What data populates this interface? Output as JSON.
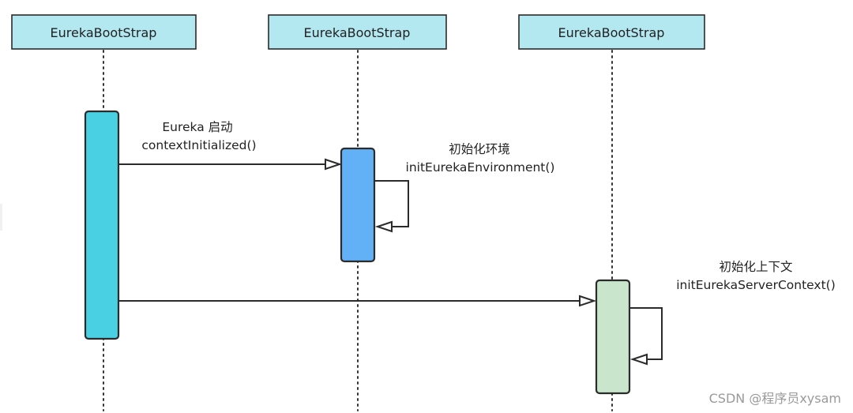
{
  "participants": [
    {
      "title": "EurekaBootStrap"
    },
    {
      "title": "EurekaBootStrap"
    },
    {
      "title": "EurekaBootStrap"
    }
  ],
  "colors": {
    "header_fill": "#b3e8f1",
    "activation_1": "#4ad0e3",
    "activation_2": "#62b1f6",
    "activation_3": "#c9e6cc",
    "stroke": "#2b2b2b"
  },
  "messages": [
    {
      "label_cn": "Eureka 启动",
      "label_method": "contextInitialized()"
    },
    {
      "label_cn": "初始化环境",
      "label_method": "initEurekaEnvironment()"
    },
    {
      "label_cn": "初始化上下文",
      "label_method": "initEurekaServerContext()"
    }
  ],
  "watermark": "CSDN @程序员xysam"
}
